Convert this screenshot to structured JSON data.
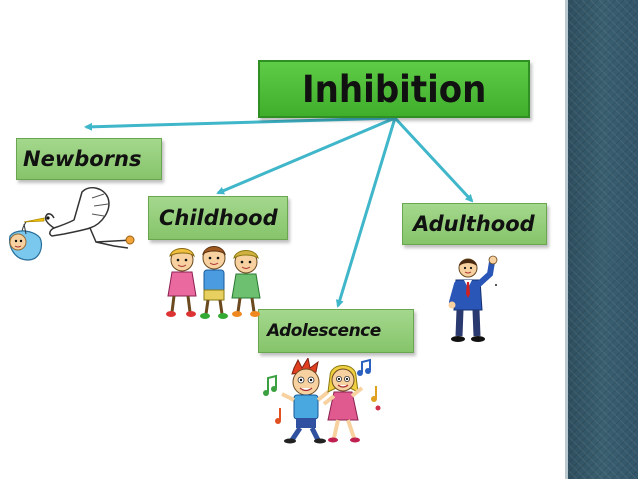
{
  "slide": {
    "title": "Inhibition",
    "branches": [
      {
        "label": "Newborns"
      },
      {
        "label": "Childhood"
      },
      {
        "label": "Adolescence"
      },
      {
        "label": "Adulthood"
      }
    ]
  },
  "colors": {
    "title_box": "#4cbb37",
    "branch_box": "#96cf7c",
    "arrow": "#3fb6c9",
    "sidebar": "#33566a"
  },
  "icons": [
    "stork-baby-icon",
    "children-group-icon",
    "teenagers-dancing-icon",
    "businessman-waving-icon"
  ]
}
